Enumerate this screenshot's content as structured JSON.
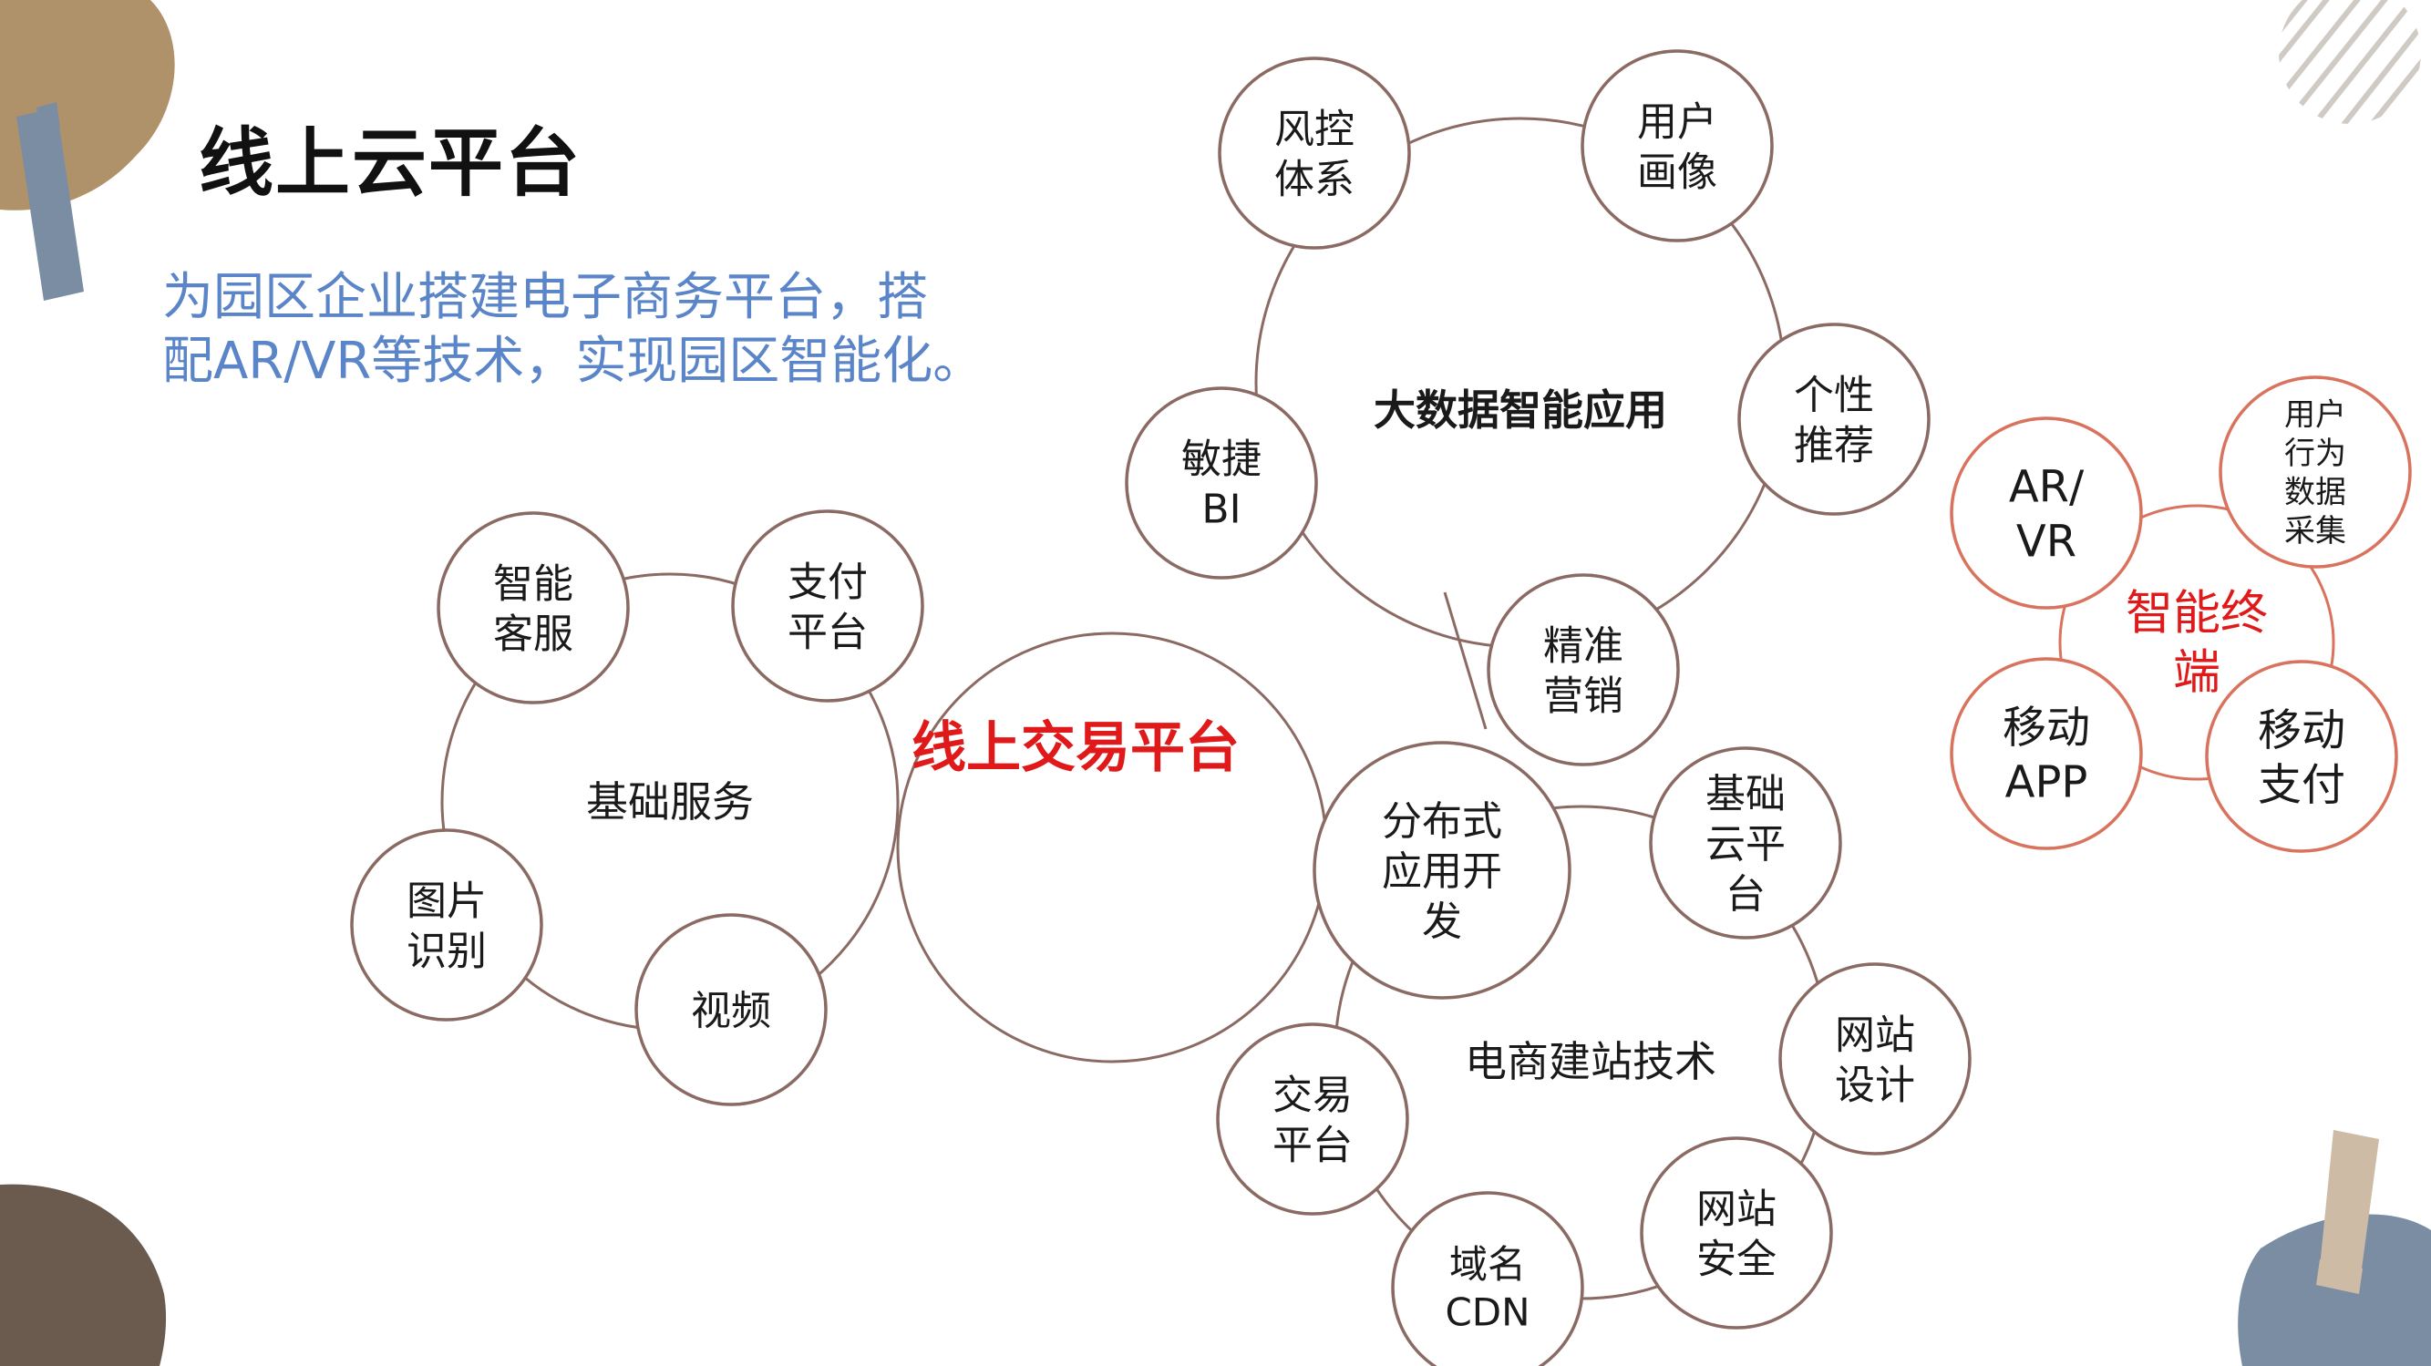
{
  "page": {
    "title": "线上云平台",
    "subtitle_lines": [
      "为园区企业搭建电子商务平台，搭",
      "配AR/VR等技术，实现园区智能化。"
    ]
  },
  "colors": {
    "title": "#111111",
    "subtitle": "#5b85c9",
    "core_label": "#e01a1a",
    "line": "#8a6a62",
    "terminal_line": "#d9735d",
    "deco_tan": "#b0926a",
    "deco_blue": "#7b8da3",
    "deco_brown": "#6b5a4e"
  },
  "diagram": {
    "core": {
      "label": "线上交易平台"
    },
    "clusters": {
      "big_data": {
        "label": "大数据智能应用",
        "nodes": [
          {
            "key": "risk",
            "label": "风控\n体系"
          },
          {
            "key": "profile",
            "label": "用户\n画像"
          },
          {
            "key": "recommend",
            "label": "个性\n推荐"
          },
          {
            "key": "marketing",
            "label": "精准\n营销"
          },
          {
            "key": "bi",
            "label": "敏捷\nBI"
          }
        ]
      },
      "basic_services": {
        "label": "基础服务",
        "nodes": [
          {
            "key": "pay",
            "label": "支付\n平台"
          },
          {
            "key": "service",
            "label": "智能\n客服"
          },
          {
            "key": "image",
            "label": "图片\n识别"
          },
          {
            "key": "video",
            "label": "视频"
          }
        ]
      },
      "ecommerce": {
        "label": "电商建站技术",
        "nodes": [
          {
            "key": "distributed",
            "label": "分布式\n应用开\n发"
          },
          {
            "key": "basecloud",
            "label": "基础\n云平\n台"
          },
          {
            "key": "webdesign",
            "label": "网站\n设计"
          },
          {
            "key": "websec",
            "label": "网站\n安全"
          },
          {
            "key": "domain",
            "label": "域名\nCDN"
          },
          {
            "key": "trade",
            "label": "交易\n平台"
          }
        ]
      },
      "terminal": {
        "label": "智能终\n端",
        "nodes": [
          {
            "key": "arvr",
            "label": "AR/\nVR"
          },
          {
            "key": "behavior",
            "label": "用户\n行为\n数据\n采集"
          },
          {
            "key": "mpay",
            "label": "移动\n支付"
          },
          {
            "key": "app",
            "label": "移动\nAPP"
          }
        ]
      }
    }
  }
}
